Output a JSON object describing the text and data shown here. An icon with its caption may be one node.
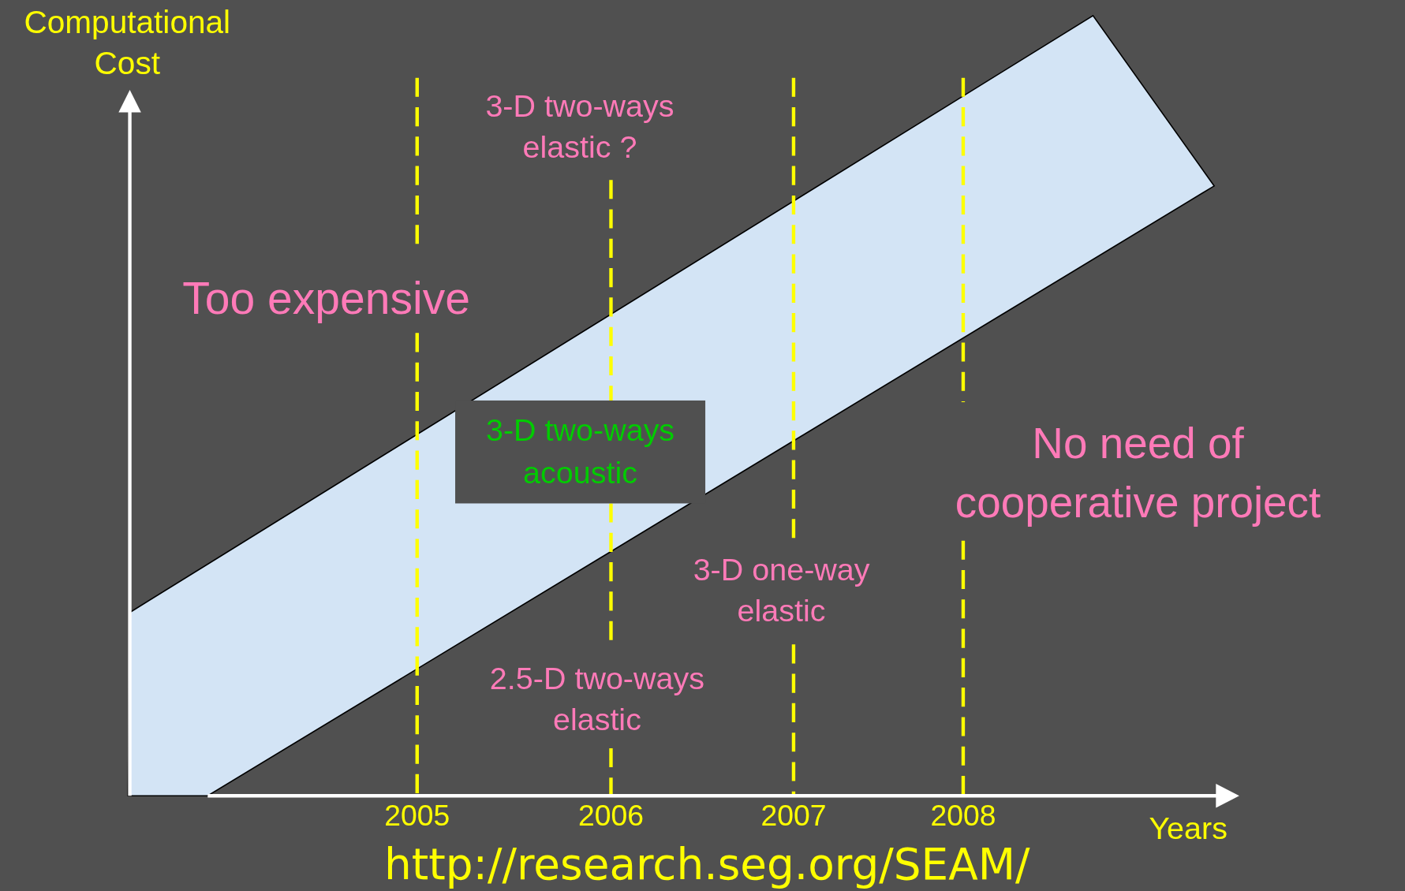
{
  "diagram": {
    "nodes": [
      {
        "text": [
          "3-D two-ways acoustic"
        ]
      }
    ],
    "labels": [
      "Computational Cost",
      "3-D two-ways elastic ?",
      "Too expensive",
      "No need of cooperative project",
      "3-D one-way elastic",
      "2.5-D two-ways elastic",
      "2005",
      "2006",
      "2007",
      "2008",
      "Years",
      "http://research.seg.org/SEAM/"
    ]
  }
}
